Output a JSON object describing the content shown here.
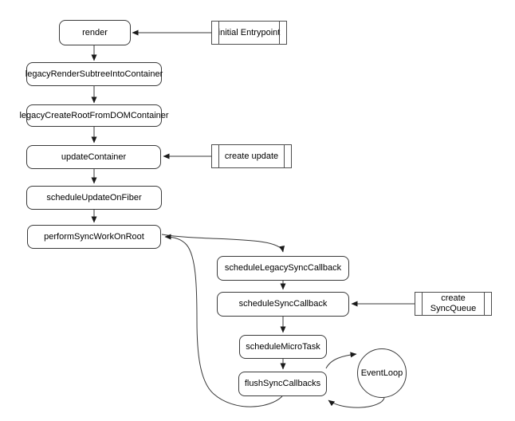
{
  "diagram": {
    "background_color": "#ffffff",
    "stroke_color": "#3a3a3a",
    "node_fill_color": "#ffffff",
    "nodes": {
      "render": {
        "label": "render",
        "shape": "rounded"
      },
      "initial_entrypoint": {
        "label": "initial Entrypoint",
        "shape": "subroutine"
      },
      "legacy_render_subtree": {
        "label": "legacyRenderSubtreeIntoContainer",
        "shape": "rounded"
      },
      "legacy_create_root": {
        "label": "legacyCreateRootFromDOMContainer",
        "shape": "rounded"
      },
      "update_container": {
        "label": "updateContainer",
        "shape": "rounded"
      },
      "create_update": {
        "label": "create update",
        "shape": "subroutine"
      },
      "schedule_update_on_fiber": {
        "label": "scheduleUpdateOnFiber",
        "shape": "rounded"
      },
      "perform_sync_work_on_root": {
        "label": "performSyncWorkOnRoot",
        "shape": "rounded"
      },
      "schedule_legacy_sync_callback": {
        "label": "scheduleLegacySyncCallback",
        "shape": "rounded"
      },
      "schedule_sync_callback": {
        "label": "scheduleSyncCallback",
        "shape": "rounded"
      },
      "create_sync_queue": {
        "label": "create\nSyncQueue",
        "shape": "subroutine"
      },
      "schedule_micro_task": {
        "label": "scheduleMicroTask",
        "shape": "rounded"
      },
      "flush_sync_callbacks": {
        "label": "flushSyncCallbacks",
        "shape": "rounded"
      },
      "event_loop": {
        "label": "EventLoop",
        "shape": "circle"
      }
    },
    "edges": [
      {
        "from": "initial_entrypoint",
        "to": "render"
      },
      {
        "from": "render",
        "to": "legacy_render_subtree"
      },
      {
        "from": "legacy_render_subtree",
        "to": "legacy_create_root"
      },
      {
        "from": "legacy_create_root",
        "to": "update_container"
      },
      {
        "from": "create_update",
        "to": "update_container"
      },
      {
        "from": "update_container",
        "to": "schedule_update_on_fiber"
      },
      {
        "from": "schedule_update_on_fiber",
        "to": "perform_sync_work_on_root"
      },
      {
        "from": "perform_sync_work_on_root",
        "to": "schedule_legacy_sync_callback"
      },
      {
        "from": "schedule_legacy_sync_callback",
        "to": "schedule_sync_callback"
      },
      {
        "from": "create_sync_queue",
        "to": "schedule_sync_callback"
      },
      {
        "from": "schedule_sync_callback",
        "to": "schedule_micro_task"
      },
      {
        "from": "schedule_micro_task",
        "to": "flush_sync_callbacks"
      },
      {
        "from": "flush_sync_callbacks",
        "to": "event_loop"
      },
      {
        "from": "event_loop",
        "to": "flush_sync_callbacks"
      },
      {
        "from": "flush_sync_callbacks",
        "to": "perform_sync_work_on_root"
      }
    ]
  }
}
